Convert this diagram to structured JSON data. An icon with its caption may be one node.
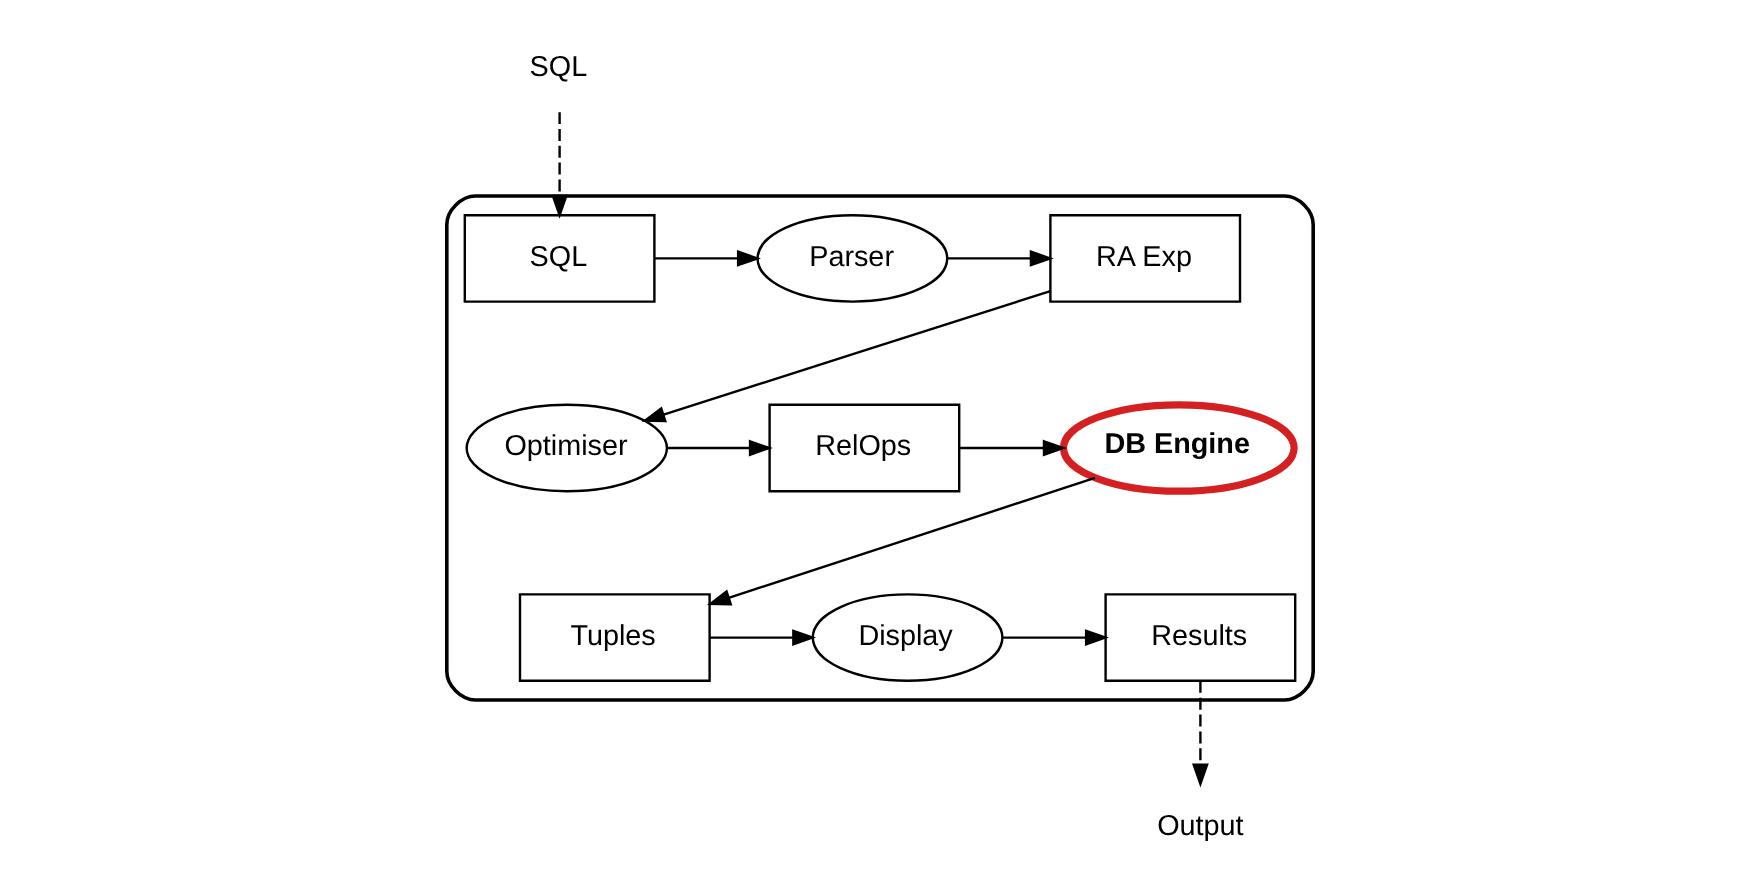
{
  "diagram": {
    "nodes": [
      {
        "text": [],
        "shape": "box"
      },
      {
        "text": [
          "SQL"
        ]
      },
      {
        "text": [
          "SQL"
        ],
        "in": 0
      },
      {
        "text": [
          "Parser"
        ],
        "in": 0
      },
      {
        "text": [
          "RA Exp"
        ],
        "in": 0
      },
      {
        "text": [
          "Optimiser"
        ],
        "in": 0
      },
      {
        "text": [
          "RelOps"
        ],
        "in": 0
      },
      {
        "text": [
          "DB Engine"
        ],
        "in": 0
      },
      {
        "text": [
          "Tuples"
        ],
        "in": 0
      },
      {
        "text": [
          "Display"
        ],
        "in": 0
      },
      {
        "text": [
          "Results"
        ],
        "in": 0
      },
      {
        "text": [
          "Output"
        ]
      }
    ],
    "edges": [
      {
        "from": 1,
        "to": 2,
        "arrow": "to",
        "style": "dashed"
      },
      {
        "from": 2,
        "to": 3,
        "arrow": "to"
      },
      {
        "from": 3,
        "to": 4,
        "arrow": "to"
      },
      {
        "from": 4,
        "to": 5,
        "arrow": "to"
      },
      {
        "from": 5,
        "to": 6,
        "arrow": "to"
      },
      {
        "from": 6,
        "to": 7,
        "arrow": "to"
      },
      {
        "from": 7,
        "to": 8,
        "arrow": "to"
      },
      {
        "from": 8,
        "to": 9,
        "arrow": "to"
      },
      {
        "from": 9,
        "to": 10,
        "arrow": "to"
      },
      {
        "from": 10,
        "to": 11,
        "arrow": "to",
        "style": "dashed"
      }
    ]
  }
}
